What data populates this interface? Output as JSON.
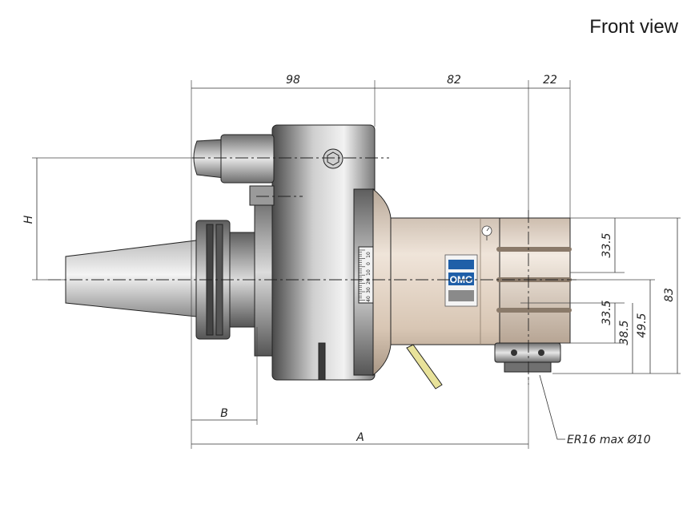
{
  "title": "Front view",
  "dimensions": {
    "d98": "98",
    "d82": "82",
    "d22": "22",
    "h": "H",
    "b": "B",
    "a": "A",
    "d33_5_top": "33.5",
    "d33_5_bottom": "33.5",
    "d38_5": "38.5",
    "d49_5": "49.5",
    "d83": "83"
  },
  "callout": "ER16 max Ø10",
  "scale_labels": [
    "10",
    "0",
    "10",
    "20",
    "30",
    "40"
  ],
  "logo": {
    "text": "OMG",
    "icon": "omg-logo-icon",
    "color": "#1f5fa8"
  },
  "gauge": {
    "icon": "dial-gauge-icon"
  },
  "colors": {
    "housing": "#e0cfbf",
    "flange": "#9a9a9a",
    "shank": "#cfcfcf",
    "coolant_pipe": "#e8e29a"
  }
}
